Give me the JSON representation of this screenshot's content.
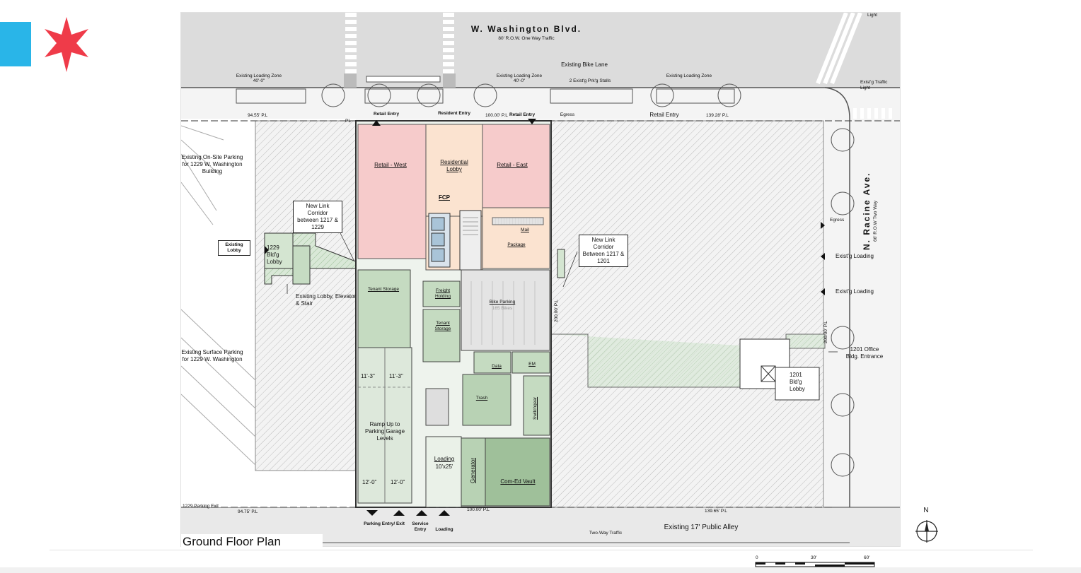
{
  "page": {
    "title": "Ground Floor Plan",
    "brand_colors": {
      "flag_blue": "#29b5e8",
      "star_red": "#ef3b49"
    }
  },
  "streets": {
    "north": {
      "name": "W. Washington Blvd.",
      "row": "80' R.O.W.  One Way Traffic"
    },
    "east": {
      "name": "N. Racine Ave.",
      "row": "66' R.O.W  Two Way"
    },
    "south": {
      "name": "Existing 17' Public Alley",
      "traffic": "Two-Way Traffic"
    },
    "bike_lane": "Existing Bike Lane"
  },
  "curb_labels": {
    "loading_zone_1": "Existing Loading Zone",
    "loading_zone_1_dim": "40'-0\"",
    "loading_zone_2": "Existing Loading Zone",
    "loading_zone_2_dim": "40'-0\"",
    "parking_stalls": "2 Exist'g Prk'g Stalls",
    "loading_zone_3": "Existing Loading Zone",
    "light": "Light",
    "traffic_light": "Exist'g Traffic Light"
  },
  "property_lines": {
    "pl_west_north": "94.55' P.L",
    "pl_marker": "PL",
    "pl_center_north": "100.00' P.L",
    "pl_east_north": "139.28' P.L",
    "pl_center_east": "200.00' P.L",
    "pl_east_side": "200.00' P.L",
    "pl_west_south": "94.75' P.L",
    "pl_center_south": "100.00' P.L",
    "pl_east_south": "139.65' P.L"
  },
  "entries": {
    "retail_entry_1": "Retail Entry",
    "resident_entry": "Resident Entry",
    "retail_entry_2": "Retail Entry",
    "egress_north": "Egress",
    "retail_entry_3": "Retail Entry",
    "egress_east": "Egress",
    "loading_east_1": "Exist'g Loading",
    "loading_east_2": "Exist'g Loading",
    "parking_exit_1229": "1229 Parking Exit",
    "parking_entry": "Parking Entry/ Exit",
    "service_entry": "Service Entry",
    "loading_south": "Loading"
  },
  "rooms": {
    "retail_west": "Retail - West",
    "residential_lobby": "Residential Lobby",
    "retail_east": "Retail - East",
    "fcp": "FCP",
    "mail": "Mail",
    "package": "Package",
    "tenant_storage_1": "Tenant Storage",
    "freight_holding": "Freight Holding",
    "bike_parking": "Bike Parking",
    "bike_count": "165 Bikes",
    "tenant_storage_2": "Tenant Storage",
    "data": "Data",
    "em": "EM",
    "trash": "Trash",
    "switchgear": "Switchgear",
    "ramp": "Ramp Up to Parking Garage Levels",
    "dim_ramp_1": "11'-3\"",
    "dim_ramp_2": "11'-3\"",
    "dim_entry_1": "12'-0\"",
    "dim_entry_2": "12'-0\"",
    "loading_dock": "Loading",
    "loading_dim": "10'x25'",
    "generator": "Generator",
    "comed_vault": "Com-Ed Vault"
  },
  "site_labels": {
    "onsite_parking": "Existing On-Site Parking for 1229 W. Washington Building",
    "surface_parking": "Existing Surface Parking for 1229 W. Washington",
    "existing_lobby": "Existing Lobby",
    "lobby_1229": "1229 Bld'g Lobby",
    "lobby_elev_stair": "Existing Lobby, Elevator & Stair",
    "link_west": "New Link Corridor between 1217 & 1229",
    "link_east": "New Link Corridor Between 1217 & 1201",
    "office_entrance": "1201 Office Bldg. Entrance",
    "lobby_1201": "1201 Bld'g Lobby"
  },
  "north_arrow": {
    "label": "N"
  },
  "scale": {
    "tick_0": "0",
    "tick_30": "30'",
    "tick_60": "60'"
  }
}
